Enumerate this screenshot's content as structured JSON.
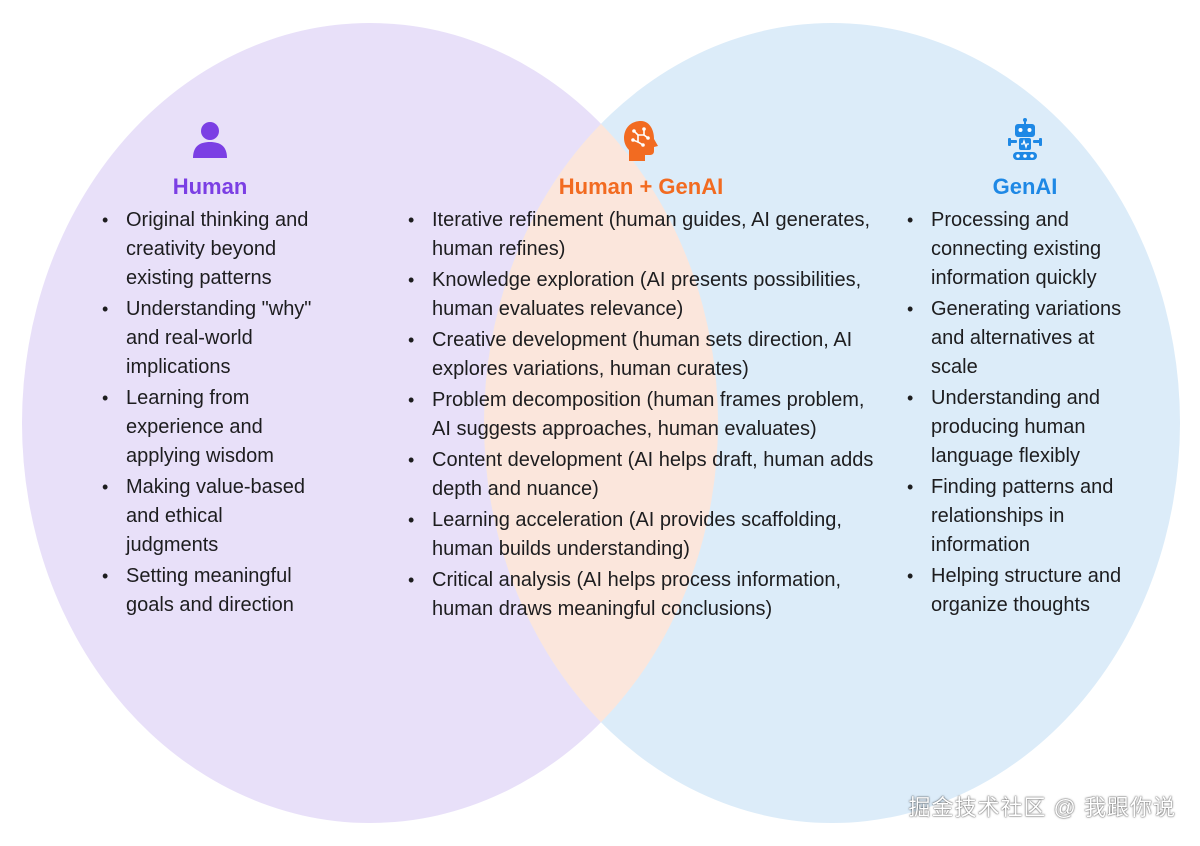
{
  "colors": {
    "human_circle": "#e8e0f9",
    "genai_circle": "#dcecf9",
    "overlap": "#fbe6dc",
    "human_accent": "#7b3fe4",
    "both_accent": "#f26b21",
    "genai_accent": "#1e88e5"
  },
  "human": {
    "title": "Human",
    "icon": "person-icon",
    "items": [
      "Original thinking and creativity beyond existing patterns",
      "Understanding \"why\" and real-world implications",
      "Learning from experience and applying wisdom",
      "Making value-based and ethical judgments",
      "Setting meaningful goals and direction"
    ]
  },
  "both": {
    "title": "Human + GenAI",
    "icon": "brain-head-icon",
    "items": [
      "Iterative refinement (human guides, AI generates, human refines)",
      "Knowledge exploration (AI presents possibilities, human evaluates relevance)",
      "Creative development (human sets direction, AI explores variations, human curates)",
      "Problem decomposition (human frames problem, AI suggests approaches, human evaluates)",
      "Content development (AI helps draft, human adds depth and nuance)",
      "Learning acceleration (AI provides scaffolding, human builds understanding)",
      "Critical analysis (AI helps process information, human draws meaningful conclusions)"
    ]
  },
  "genai": {
    "title": "GenAI",
    "icon": "robot-icon",
    "items": [
      "Processing and connecting existing information quickly",
      "Generating variations and alternatives at scale",
      "Understanding and producing human language flexibly",
      "Finding patterns and relationships in information",
      "Helping structure and organize thoughts"
    ]
  },
  "watermark": "掘金技术社区 @ 我跟你说"
}
